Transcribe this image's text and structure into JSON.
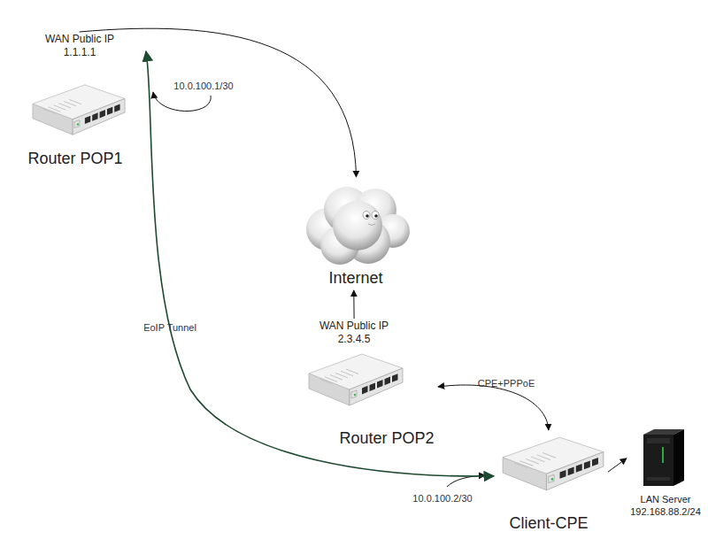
{
  "diagram": {
    "nodes": [
      {
        "text": [
          "WAN Public IP 1.1.1.1",
          "Router POP1"
        ]
      },
      {
        "text": [
          "Internet"
        ]
      },
      {
        "text": [
          "WAN Public IP 2.3.4.5",
          "Router POP2"
        ]
      },
      {
        "text": [
          "Client-CPE"
        ]
      },
      {
        "text": [
          "LAN Server 192.168.88.2/24"
        ]
      }
    ],
    "edges": [
      {
        "from": 0,
        "to": 1,
        "arrow": "to"
      },
      {
        "from": 2,
        "to": 1,
        "arrow": "to"
      },
      {
        "from": 0,
        "to": 3,
        "label": "EoIP Tunnel",
        "arrow": "both"
      },
      {
        "from": 2,
        "to": 3,
        "label": "CPE+PPPoE",
        "arrow": "both"
      },
      {
        "from": 3,
        "to": 4,
        "arrow": "to"
      }
    ],
    "labels": [
      "10.0.100.1/30",
      "10.0.100.2/30"
    ]
  }
}
